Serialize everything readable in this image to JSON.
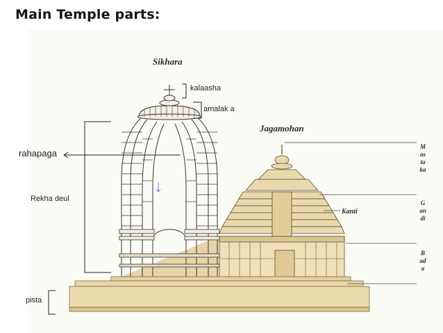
{
  "title": "Main Temple parts:",
  "labels": {
    "sikhara": "Sikhara",
    "kalaasha": "kalaasha",
    "amalaka": "amalak a",
    "rahapaga": "rahapaga",
    "rekha_deul": "Rekha deul",
    "pista": "pista",
    "jagamohan": "Jagamohan",
    "kanti": "Kanti",
    "mastaka": "Mastaka",
    "gandi": "Gandi",
    "bada": "Bada"
  },
  "colors": {
    "stone": "#e8d6a8",
    "stone_dark": "#c9b07a",
    "outline": "#5a4a30",
    "sand": "#dcc79a",
    "tower_line": "#333333"
  }
}
